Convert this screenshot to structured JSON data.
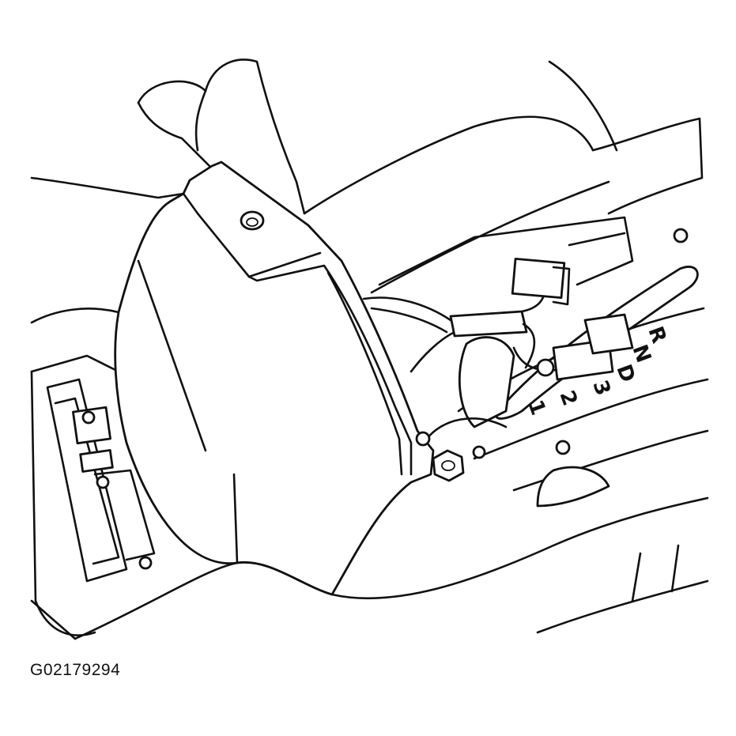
{
  "figure": {
    "id": "G02179294"
  },
  "shift_indicator": {
    "R": "R",
    "N": "N",
    "D": "D",
    "3": "3",
    "2": "2",
    "1": "1"
  }
}
